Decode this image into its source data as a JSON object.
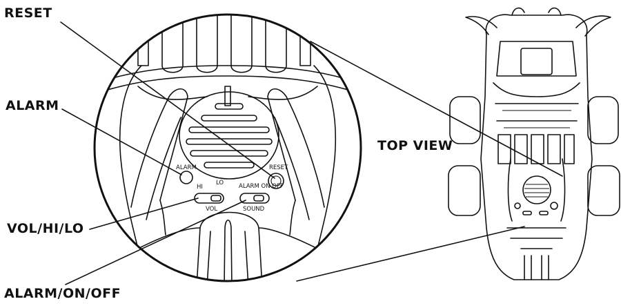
{
  "diagram": {
    "callouts": {
      "reset": "RESET",
      "alarm": "ALARM",
      "top_view": "TOP VIEW",
      "vol_hi_lo": "VOL/HI/LO",
      "alarm_on_off": "ALARM/ON/OFF"
    },
    "panel_labels": {
      "alarm": "ALARM",
      "reset": "RESET",
      "hi": "HI",
      "lo": "LO",
      "vol": "VOL",
      "alarm_on_off": "ALARM ON OFF",
      "sound": "SOUND"
    }
  }
}
